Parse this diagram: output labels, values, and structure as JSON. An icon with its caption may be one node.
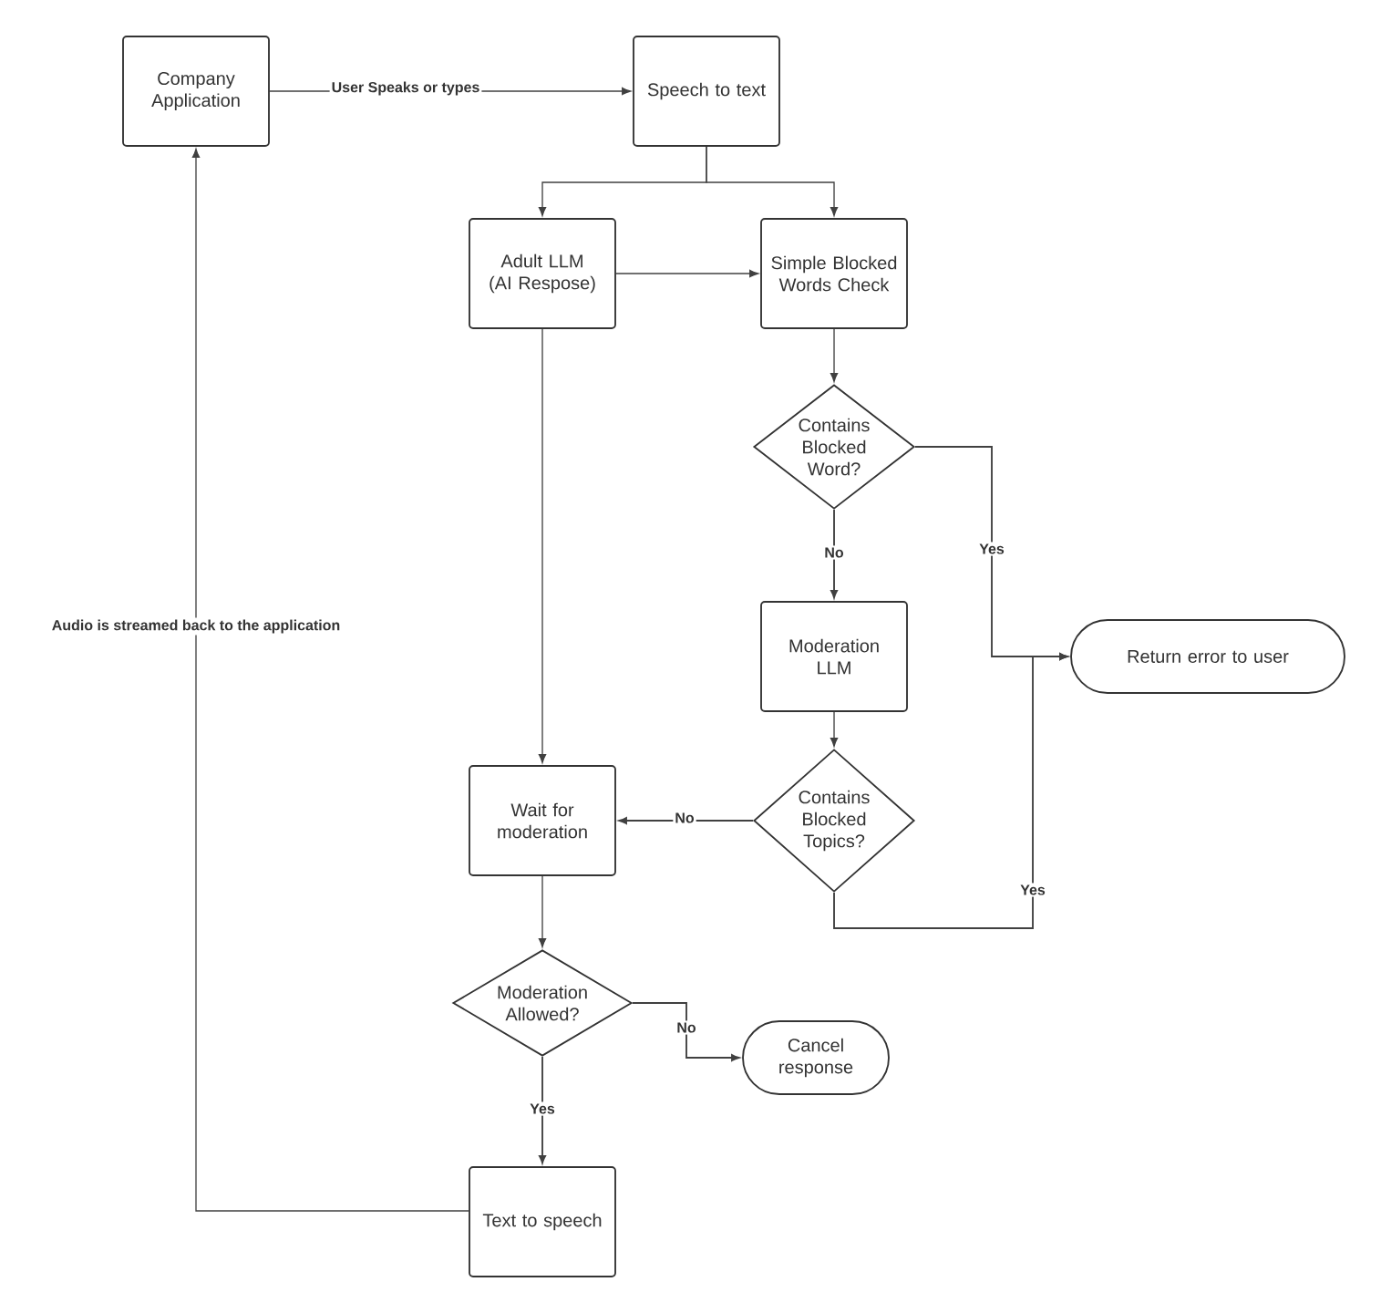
{
  "diagram": {
    "nodes": [
      {
        "text": [
          "Company Application"
        ]
      },
      {
        "text": [
          "Speech to text"
        ]
      },
      {
        "text": [
          "Adult LLM (AI Respose)"
        ]
      },
      {
        "text": [
          "Simple Blocked Words Check"
        ]
      },
      {
        "text": [
          "Contains Blocked Word?"
        ]
      },
      {
        "text": [
          "Moderation LLM"
        ]
      },
      {
        "text": [
          "Return error to user"
        ]
      },
      {
        "text": [
          "Contains Blocked Topics?"
        ]
      },
      {
        "text": [
          "Wait for moderation"
        ]
      },
      {
        "text": [
          "Moderation Allowed?"
        ]
      },
      {
        "text": [
          "Cancel response"
        ]
      },
      {
        "text": [
          "Text to speech"
        ]
      }
    ],
    "edges": [
      {
        "from": 0,
        "to": 1,
        "arrow": "to",
        "label": "User Speaks or types"
      },
      {
        "from": 1,
        "to": 2,
        "arrow": "to"
      },
      {
        "from": 1,
        "to": 3,
        "arrow": "to"
      },
      {
        "from": 2,
        "to": 3,
        "arrow": "to"
      },
      {
        "from": 2,
        "to": 8,
        "arrow": "to"
      },
      {
        "from": 3,
        "to": 4,
        "arrow": "to"
      },
      {
        "from": 4,
        "to": 5,
        "arrow": "to",
        "label": "No"
      },
      {
        "from": 4,
        "to": 6,
        "arrow": "to",
        "label": "Yes"
      },
      {
        "from": 5,
        "to": 7,
        "arrow": "to"
      },
      {
        "from": 7,
        "to": 8,
        "arrow": "to",
        "label": "No"
      },
      {
        "from": 7,
        "to": 6,
        "arrow": "to",
        "label": "Yes"
      },
      {
        "from": 8,
        "to": 9,
        "arrow": "to"
      },
      {
        "from": 9,
        "to": 10,
        "arrow": "to",
        "label": "No"
      },
      {
        "from": 9,
        "to": 11,
        "arrow": "to",
        "label": "Yes"
      },
      {
        "from": 11,
        "to": 0,
        "arrow": "to",
        "label": "Audio is streamed back to the application"
      }
    ]
  }
}
